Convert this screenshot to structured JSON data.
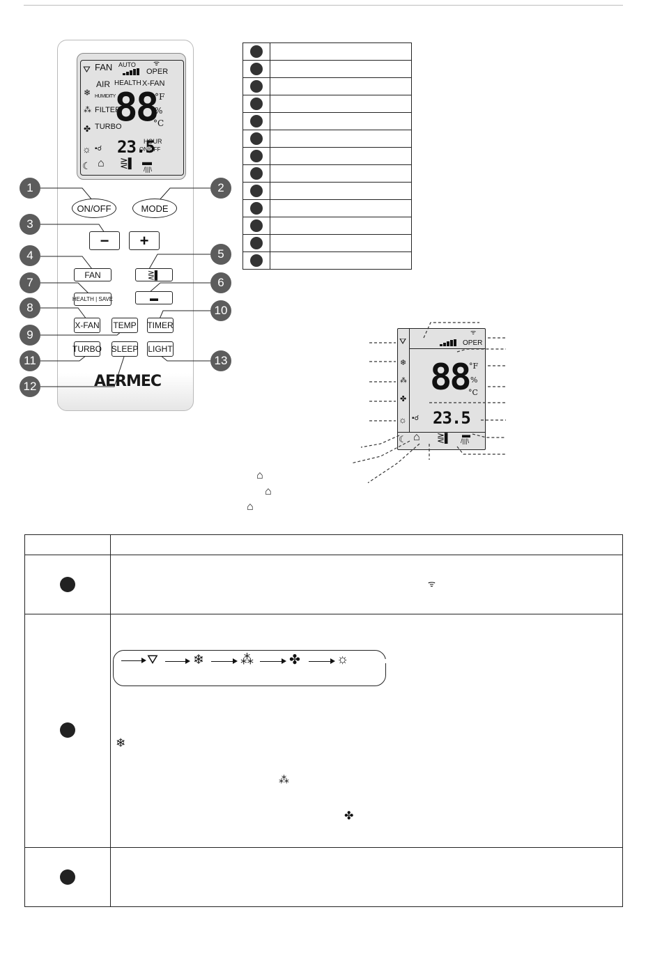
{
  "remote": {
    "lcd": {
      "fan": "FAN",
      "auto": "AUTO",
      "oper": "OPER",
      "air": "AIR",
      "health": "HEALTH",
      "xfan": "X-FAN",
      "humidity": "HUMIDITY",
      "filter": "FILTER",
      "turbo": "TURBO",
      "big_digits": "88",
      "unit_f": "°F",
      "unit_pct": "%",
      "unit_c": "°C",
      "small_digits": "23.5",
      "hour": "HOUR",
      "onoff": "ON/OFF"
    },
    "buttons": {
      "onoff": "ON/OFF",
      "mode": "MODE",
      "minus": "−",
      "plus": "+",
      "fan": "FAN",
      "health_save": "HEALTH | SAVE",
      "xfan": "X-FAN",
      "temp": "TEMP",
      "timer": "TIMER",
      "turbo": "TURBO",
      "sleep": "SLEEP",
      "light": "LIGHT"
    },
    "callouts": [
      "1",
      "2",
      "3",
      "4",
      "5",
      "6",
      "7",
      "8",
      "9",
      "10",
      "11",
      "12",
      "13"
    ],
    "logo": "AERMEC"
  },
  "lcd_detail": {
    "oper": "OPER",
    "big_digits": "88",
    "unit_f": "°F",
    "unit_pct": "%",
    "unit_c": "°C",
    "small_digits": "23.5"
  },
  "legend_rows": 13,
  "table_rows": 3,
  "colors": {
    "callout": "#5c5c5c",
    "lcd": "#e2e2e2",
    "ink": "#1a1a1a"
  }
}
